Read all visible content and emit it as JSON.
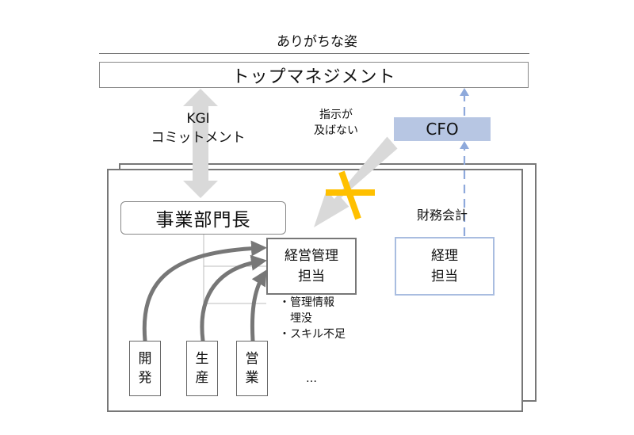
{
  "title": "ありがちな姿",
  "top_management": "トップマネジメント",
  "kgi_label": [
    "KGI",
    "コミットメント"
  ],
  "cfo": "CFO",
  "instruction_label": [
    "指示が",
    "及ばない"
  ],
  "department_head": "事業部門長",
  "finance_label": "財務会計",
  "management_accounting_box": [
    "経営管理",
    "担当"
  ],
  "accounting_box": [
    "経理",
    "担当"
  ],
  "issues": "・管理情報\n　埋没\n・スキル不足",
  "departments": [
    {
      "label": [
        "開",
        "発"
      ]
    },
    {
      "label": [
        "生",
        "産"
      ]
    },
    {
      "label": [
        "営",
        "業"
      ]
    }
  ],
  "ellipsis": "…",
  "colors": {
    "block_arrow": "#d9d9d9",
    "flow_arrow": "#777777",
    "cfo_fill": "#b7c6e3",
    "dashed_link": "#8ea9db",
    "cross_mark": "#ffc000"
  }
}
